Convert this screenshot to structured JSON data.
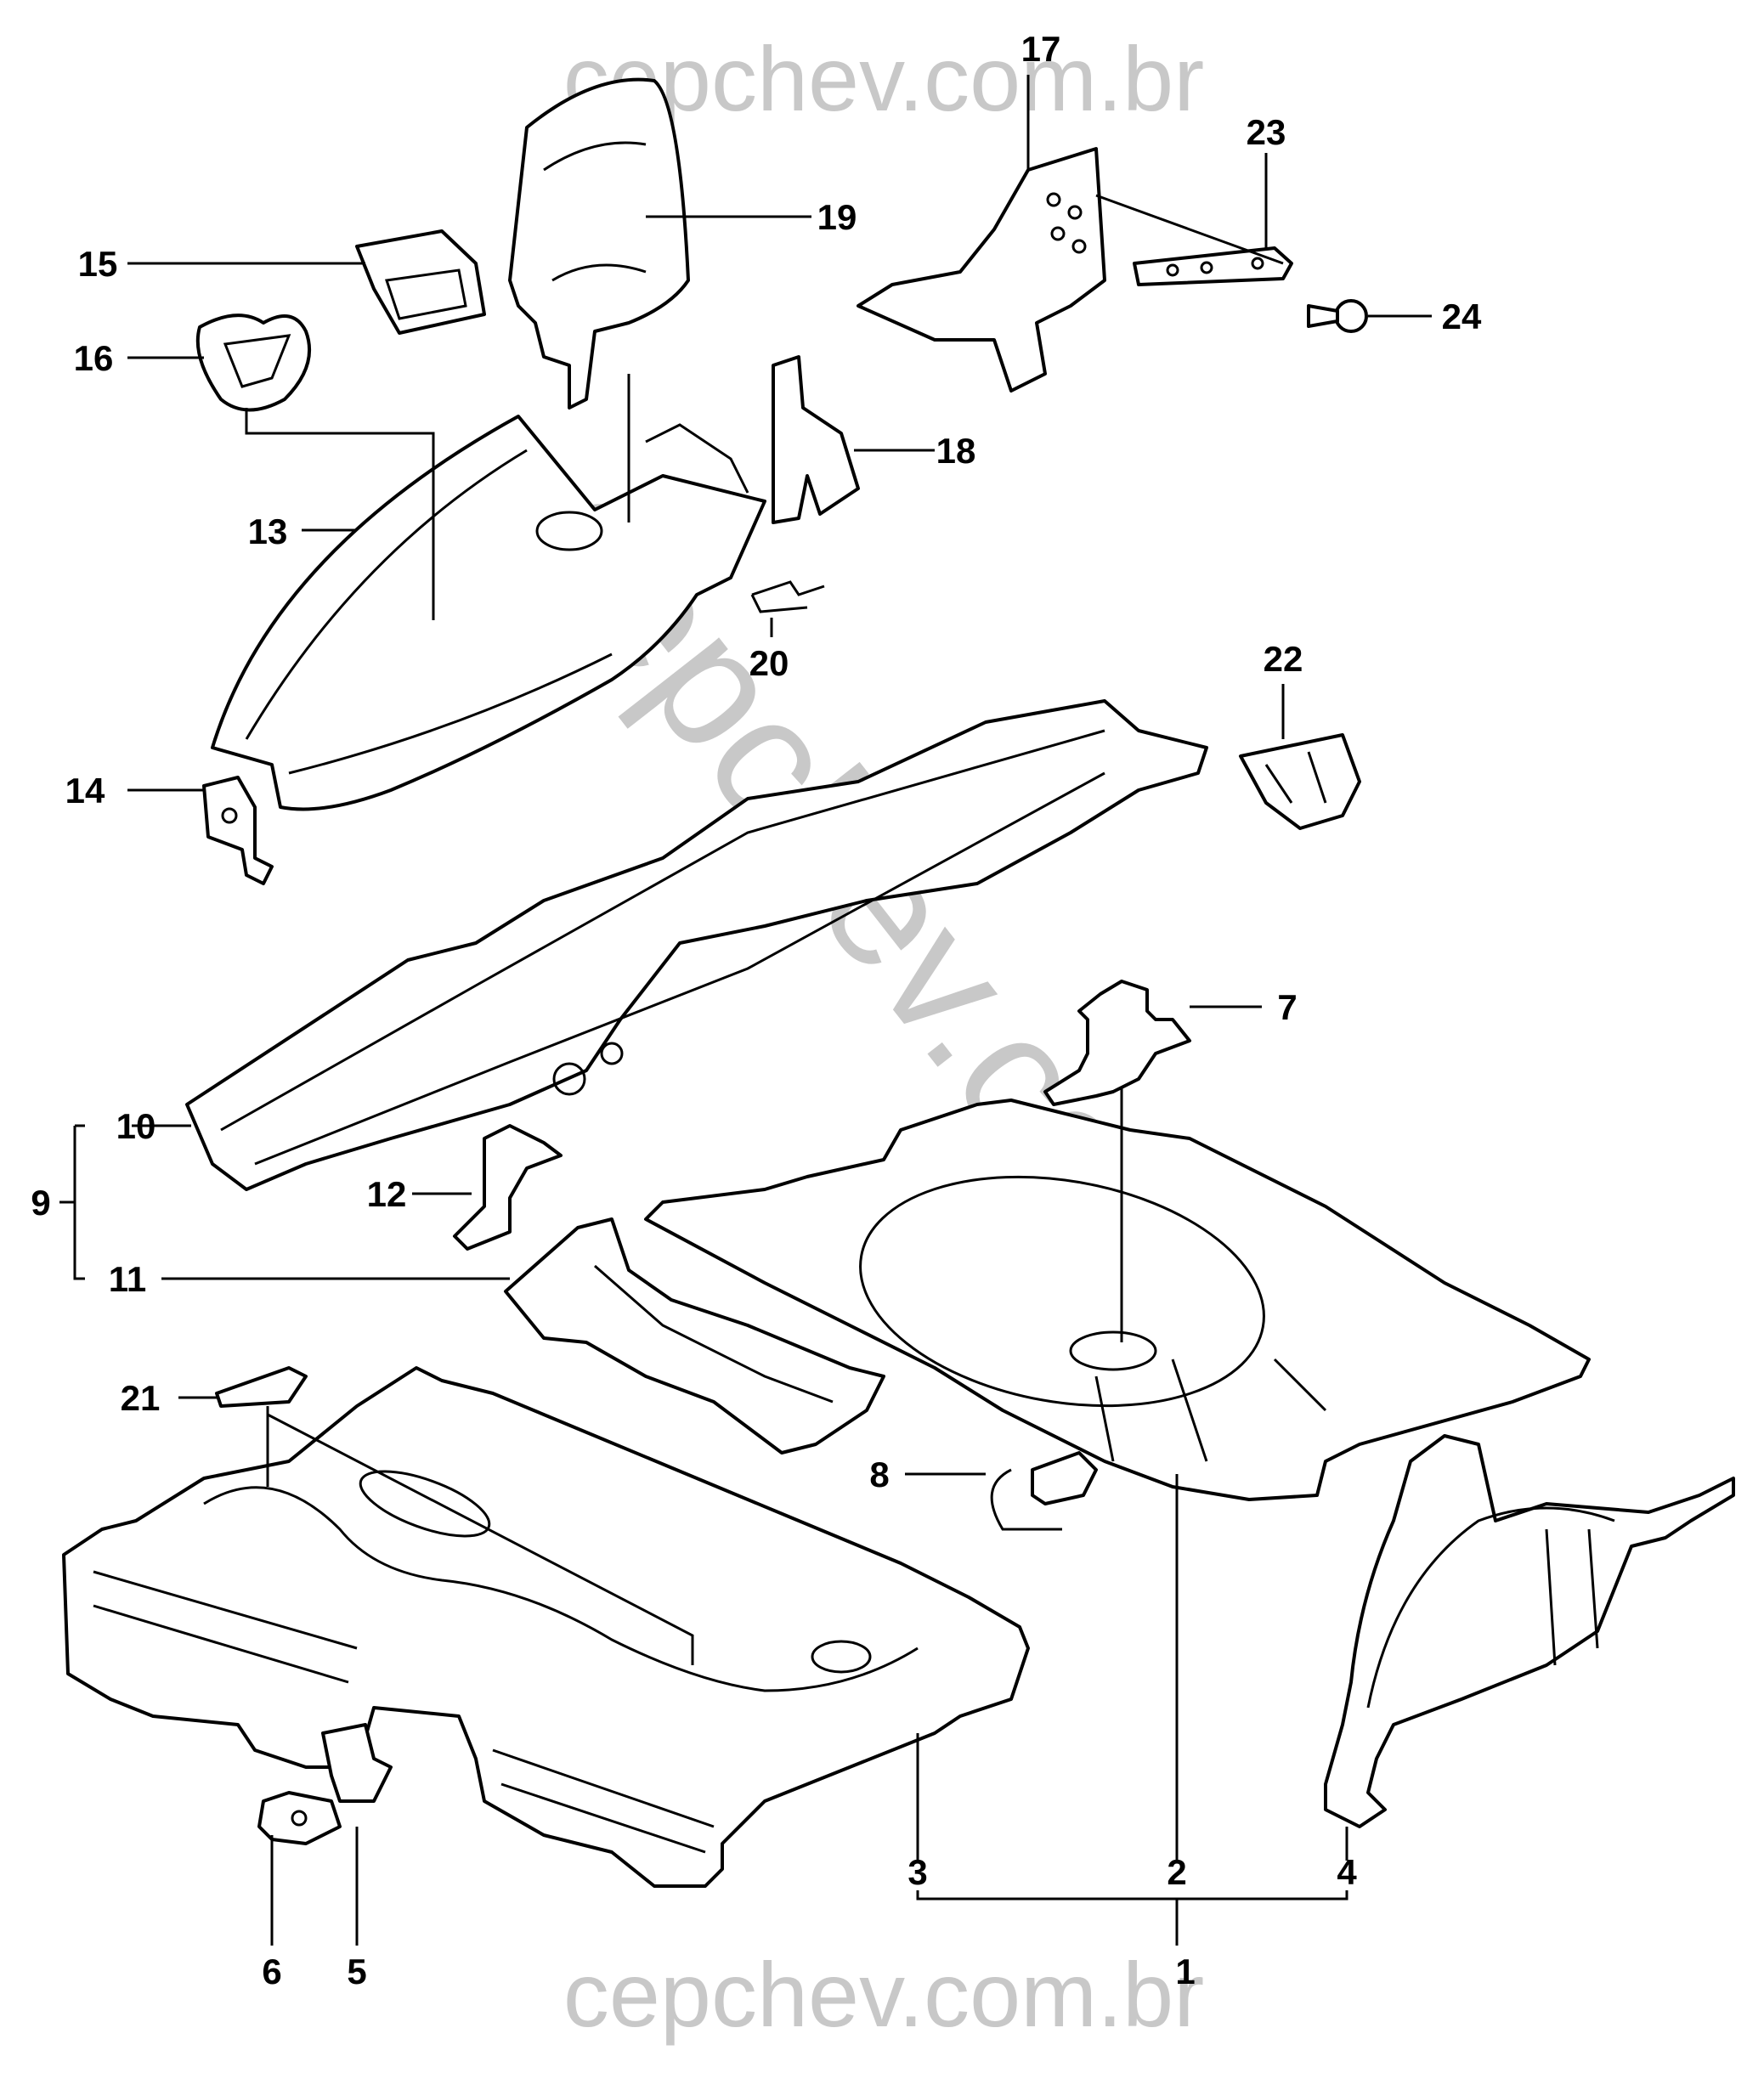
{
  "watermark": {
    "top": "cepchev.com.br",
    "bottom": "cepchev.com.br",
    "diagonal": "cepchev.com.br"
  },
  "callouts": {
    "c1": "1",
    "c2": "2",
    "c3": "3",
    "c4": "4",
    "c5": "5",
    "c6": "6",
    "c7": "7",
    "c8": "8",
    "c9": "9",
    "c10": "10",
    "c11": "11",
    "c12": "12",
    "c13": "13",
    "c14": "14",
    "c15": "15",
    "c16": "16",
    "c17": "17",
    "c18": "18",
    "c19": "19",
    "c20": "20",
    "c21": "21",
    "c22": "22",
    "c23": "23",
    "c24": "24"
  },
  "colors": {
    "line": "#000000",
    "watermark": "#c8c8c8",
    "background": "#ffffff"
  }
}
